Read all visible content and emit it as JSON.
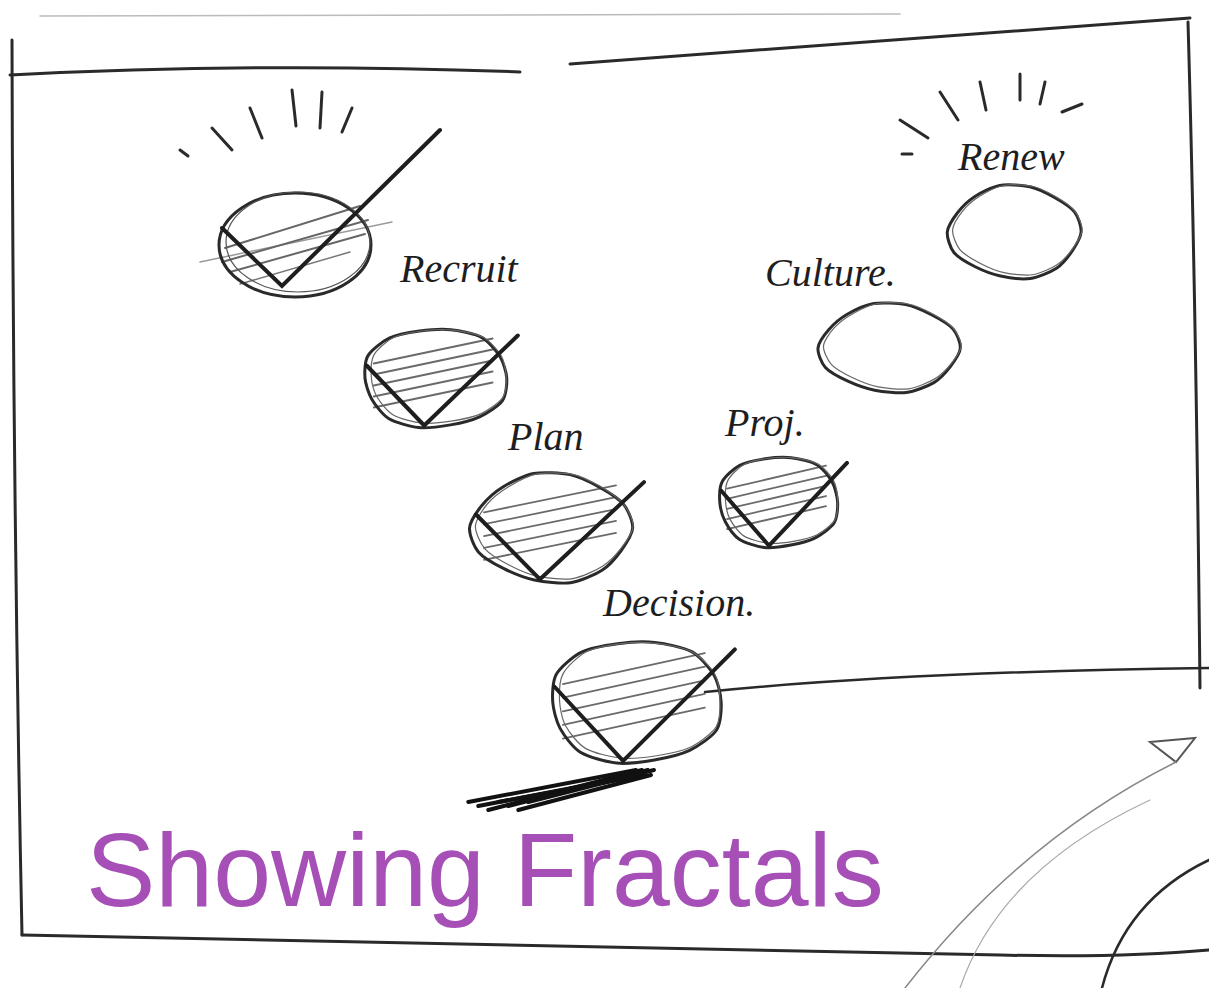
{
  "diagram": {
    "caption": "Showing Fractals",
    "nodes": [
      {
        "text": [
          "Renew"
        ]
      },
      {
        "text": [
          "Recruit"
        ]
      },
      {
        "text": [
          "Culture."
        ]
      },
      {
        "text": [
          "Proj."
        ]
      },
      {
        "text": [
          "Plan"
        ]
      },
      {
        "text": [
          "Decision."
        ]
      }
    ]
  }
}
